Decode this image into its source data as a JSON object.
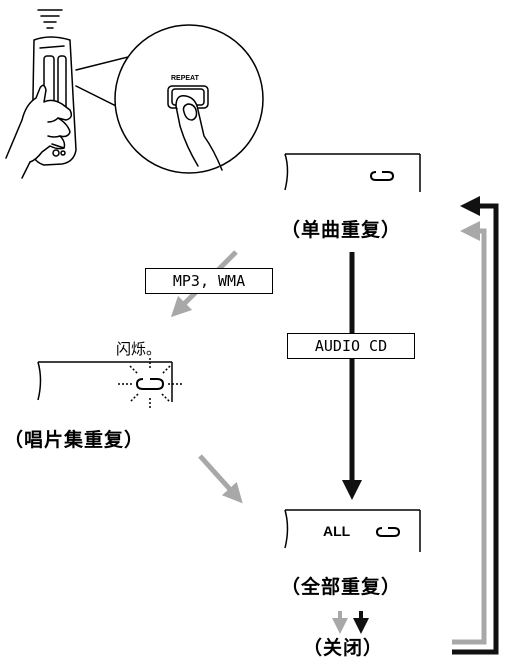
{
  "remote": {
    "button_label": "REPEAT"
  },
  "states": {
    "single": "（单曲重复）",
    "album": "（唱片集重复）",
    "all": "（全部重复）",
    "off": "（关闭）"
  },
  "display": {
    "all_text": "ALL"
  },
  "labels": {
    "mp3_wma": "MP3, WMA",
    "audio_cd": "AUDIO CD",
    "blink": "闪烁。"
  },
  "colors": {
    "black_path": "#111111",
    "gray_path": "#a8a8a8"
  }
}
